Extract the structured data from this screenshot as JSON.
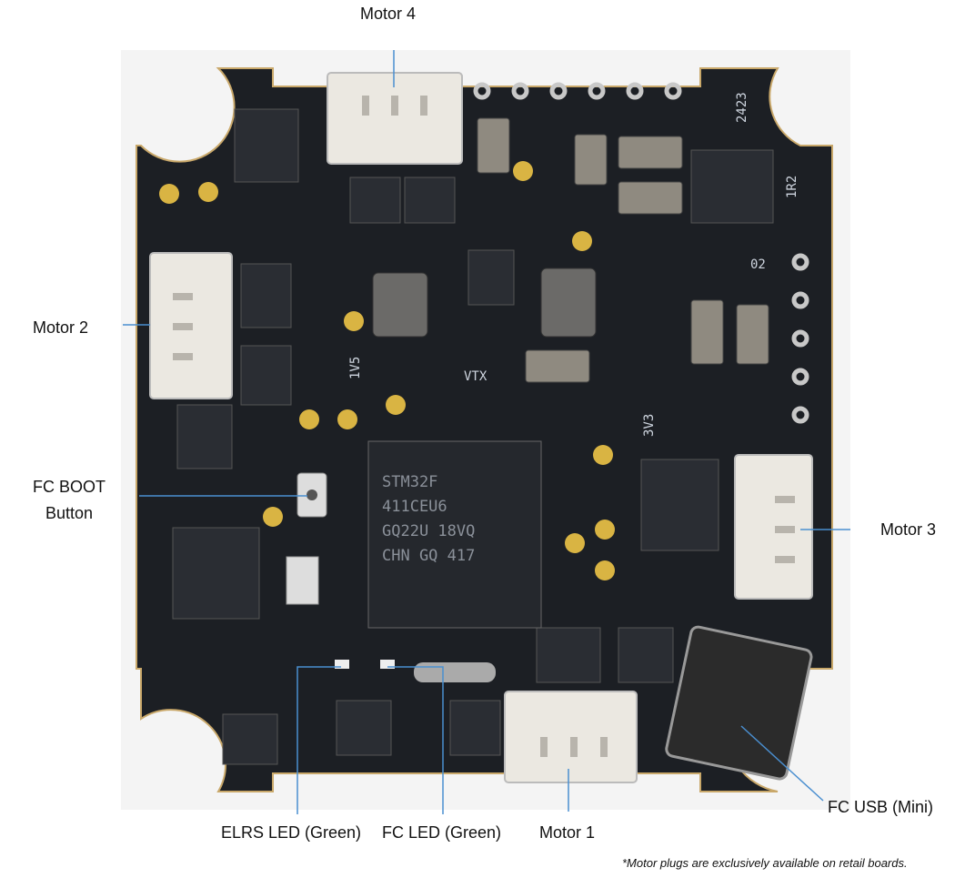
{
  "labels": {
    "motor4": "Motor 4",
    "motor2": "Motor 2",
    "fc_boot_line1": "FC BOOT",
    "fc_boot_line2": "Button",
    "motor3": "Motor 3",
    "elrs_led": "ELRS LED (Green)",
    "fc_led": "FC LED (Green)",
    "motor1": "Motor 1",
    "fc_usb": "FC USB (Mini)"
  },
  "footnote": "*Motor plugs are exclusively available on retail boards.",
  "board": {
    "mcu_marking": [
      "STM32F",
      "411CEU6",
      "GQ22U 18VQ",
      "CHN GQ 417"
    ],
    "silkscreen": [
      "2423",
      "1R2",
      "02",
      "1V5",
      "VTX",
      "3V3"
    ]
  },
  "colors": {
    "leader_line": "#4a8fd0",
    "board": "#1c1f24",
    "connector": "#e9e6df"
  }
}
